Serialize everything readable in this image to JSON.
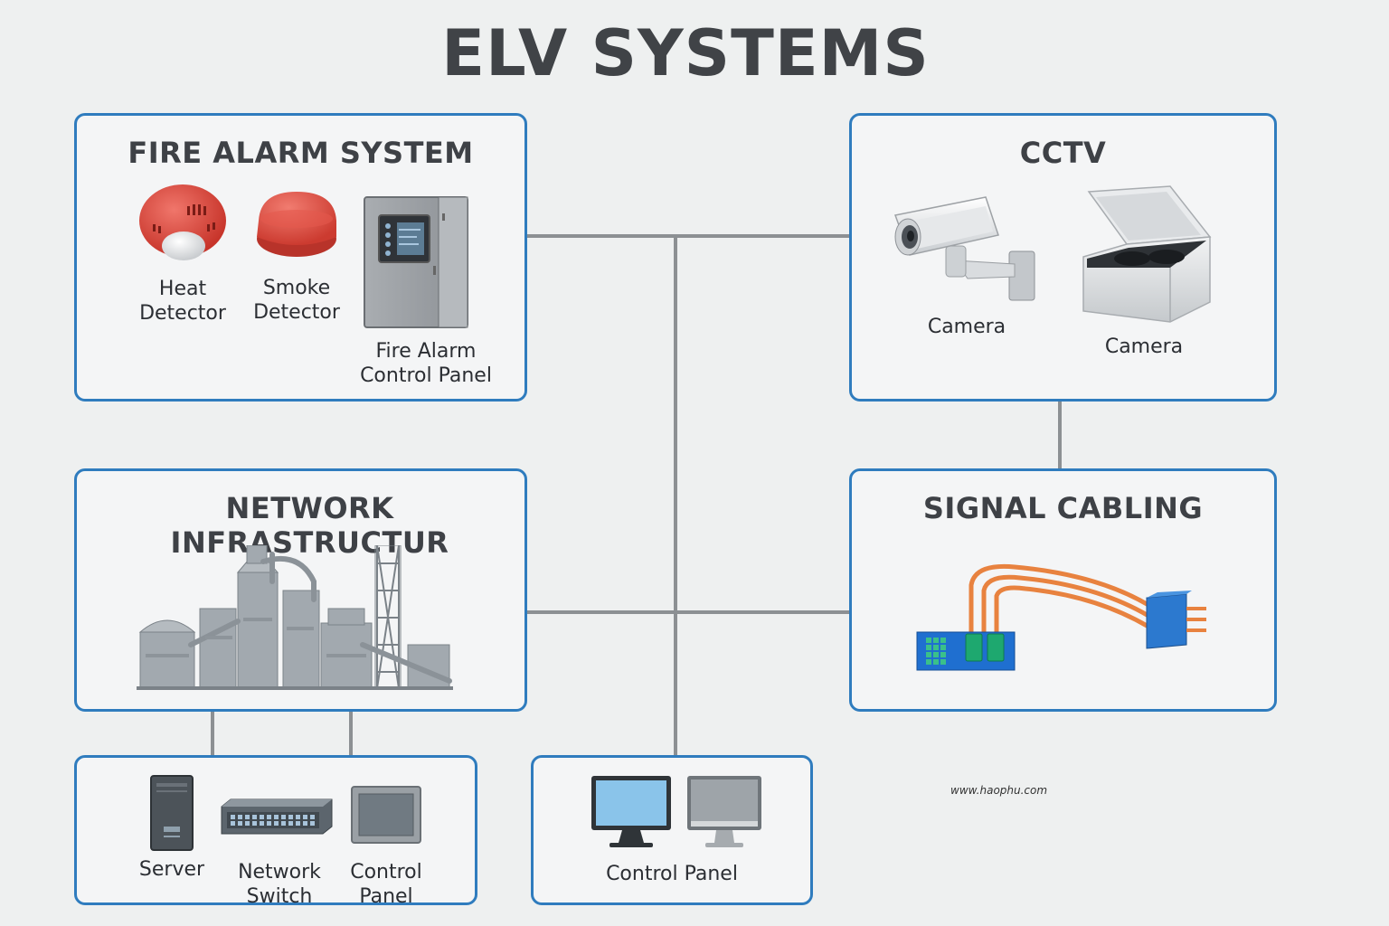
{
  "title": "ELV SYSTEMS",
  "watermark": "www.haophu.com",
  "colors": {
    "border": "#2f7cbe",
    "connector": "#8c9093",
    "cable": "#e8823f",
    "detector": "#e0473c"
  },
  "fire_alarm": {
    "title": "FIRE ALARM SYSTEM",
    "items": [
      {
        "label": "Heat\nDetector",
        "icon": "heat-detector-icon"
      },
      {
        "label": "Smoke\nDetector",
        "icon": "smoke-detector-icon"
      },
      {
        "label": "Fire Alarm\nControl Panel",
        "icon": "fire-alarm-panel-icon"
      }
    ]
  },
  "cctv": {
    "title": "CCTV",
    "items": [
      {
        "label": "Camera",
        "icon": "bullet-camera-icon"
      },
      {
        "label": "Camera",
        "icon": "dome-camera-housing-icon"
      }
    ]
  },
  "network": {
    "title": "NETWORK INFRASTRUCTUR",
    "icon": "industrial-plant-icon"
  },
  "signal": {
    "title": "SIGNAL CABLING",
    "icon": "cable-connector-icon"
  },
  "network_devices": {
    "items": [
      {
        "label": "Server",
        "icon": "server-icon"
      },
      {
        "label": "Network\nSwitch",
        "icon": "network-switch-icon"
      },
      {
        "label": "Control\nPanel",
        "icon": "control-panel-icon"
      }
    ]
  },
  "control_station": {
    "label": "Control Panel",
    "icon": "monitor-icon"
  }
}
